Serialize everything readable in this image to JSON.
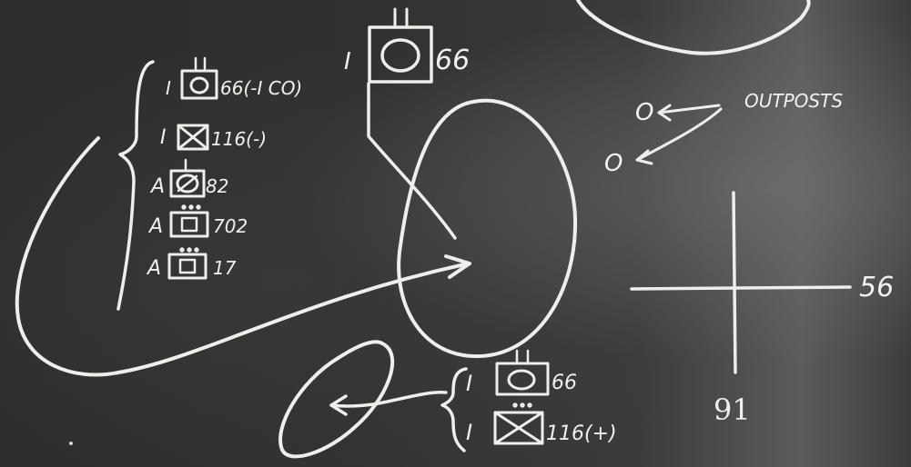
{
  "scene": {
    "description_note": "",
    "top_unit": {
      "echelon": "I",
      "number": "66"
    },
    "left_list": [
      {
        "prefix": "I",
        "label": "66(-I CO)"
      },
      {
        "prefix": "I",
        "label": "116(-)"
      },
      {
        "prefix": "A",
        "label": "82"
      },
      {
        "prefix": "A",
        "label": "702"
      },
      {
        "prefix": "A",
        "label": "17"
      }
    ],
    "outposts_label": "OUTPOSTS",
    "outpost_marks": [
      "O",
      "O"
    ],
    "bottom_list": [
      {
        "prefix": "I",
        "label": "66"
      },
      {
        "prefix": "I",
        "label": "116(+)"
      }
    ],
    "grid_labels": {
      "horizontal": "56",
      "vertical": "91"
    }
  }
}
